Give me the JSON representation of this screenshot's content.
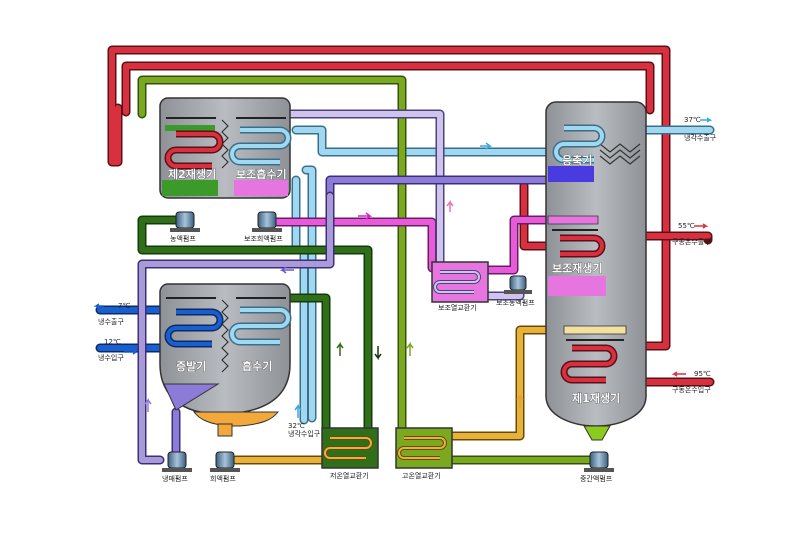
{
  "vessels": {
    "second_generator": "제2재생기",
    "aux_absorber": "보조흡수기",
    "evaporator": "증발기",
    "absorber": "흡수기",
    "condenser": "응축기",
    "aux_regenerator": "보조재생기",
    "first_generator": "제1재생기"
  },
  "pumps": {
    "solution_pump": "농액펌프",
    "aux_dilute_pump": "보조희액펌프",
    "refrigerant_pump": "냉매펌프",
    "dilute_pump": "희액펌프",
    "aux_conc_pump": "보조농액펌프",
    "intermediate_pump": "중간액펌프"
  },
  "exchangers": {
    "aux_hx": "보조열교환기",
    "low_temp_hx": "저온열교환기",
    "high_temp_hx": "고온열교환기"
  },
  "ports": {
    "chilled_out_temp": "7℃",
    "chilled_out": "냉수출구",
    "chilled_in_temp": "12℃",
    "chilled_in": "냉수입구",
    "cooling_in_temp": "32℃",
    "cooling_in": "냉각수입구",
    "cooling_out_temp": "37℃",
    "cooling_out": "냉각수출구",
    "drive_out_temp": "55℃",
    "drive_out": "구동온수출구",
    "drive_in_temp": "95℃",
    "drive_in": "구동온수입구"
  },
  "colors": {
    "hot_water": "#d9303f",
    "cooling_water": "#9fd8f0",
    "chilled_water": "#1a5fd0",
    "dilute_solution": "#e75ad8",
    "strong_solution": "#2f6f1a",
    "intermediate_solution": "#7aa81e",
    "refrigerant": "#a99ad8",
    "weak_orange": "#e8b23a"
  }
}
